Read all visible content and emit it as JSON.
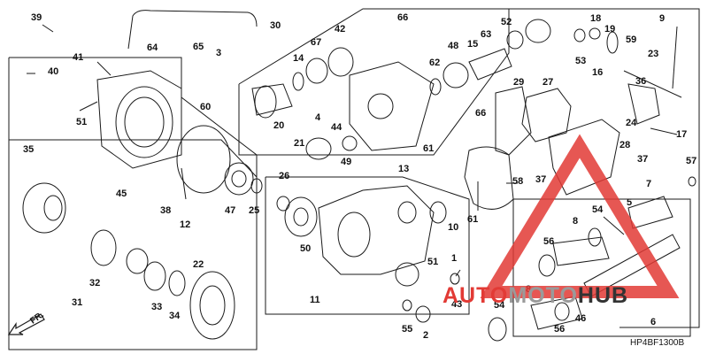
{
  "diagram_code": "HP4BF1300B",
  "direction_label": "FR.",
  "watermark": {
    "part1": "AUTO",
    "part2": "MOTO",
    "part3": "HUB"
  },
  "callouts": [
    "1",
    "2",
    "3",
    "4",
    "5",
    "6",
    "7",
    "8",
    "9",
    "10",
    "11",
    "12",
    "13",
    "14",
    "15",
    "16",
    "17",
    "18",
    "19",
    "20",
    "21",
    "22",
    "23",
    "24",
    "25",
    "26",
    "27",
    "28",
    "29",
    "30",
    "31",
    "32",
    "33",
    "34",
    "35",
    "36",
    "37",
    "38",
    "39",
    "40",
    "41",
    "42",
    "43",
    "44",
    "45",
    "46",
    "47",
    "48",
    "49",
    "50",
    "51",
    "52",
    "53",
    "54",
    "55",
    "56",
    "57",
    "58",
    "59",
    "60",
    "61",
    "62",
    "63",
    "64",
    "65",
    "66",
    "67"
  ],
  "colors": {
    "line": "#1a1a1a",
    "watermark_red": "#e23a35",
    "watermark_dark": "#333333",
    "watermark_gray": "#9a9a9a"
  }
}
